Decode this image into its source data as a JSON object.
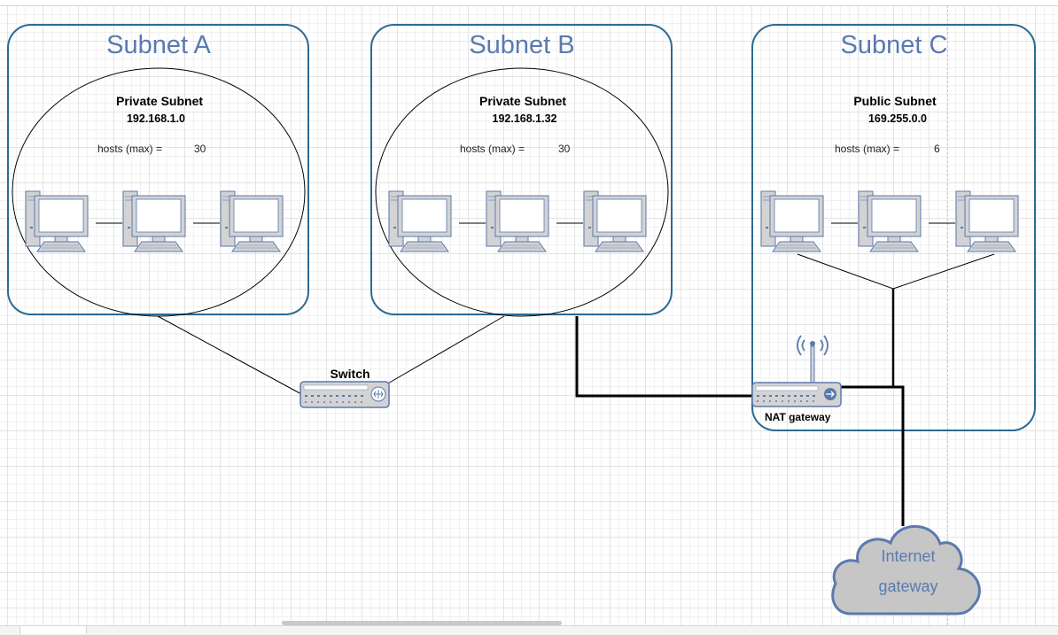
{
  "colors": {
    "subnet_border": "#2c6a92",
    "subnet_title": "#5a7ab0",
    "device_fill": "#d3d3d3",
    "device_stroke": "#5b79ad",
    "cloud_fill": "#c6c6c6",
    "cloud_stroke": "#5b79ad",
    "link": "#000000"
  },
  "subnets": [
    {
      "title": "Subnet A",
      "kind": "Private Subnet",
      "address": "192.168.1.0",
      "hosts_label": "hosts (max) =",
      "hosts_value": "30"
    },
    {
      "title": "Subnet B",
      "kind": "Private Subnet",
      "address": "192.168.1.32",
      "hosts_label": "hosts (max) =",
      "hosts_value": "30"
    },
    {
      "title": "Subnet C",
      "kind": "Public Subnet",
      "address": "169.255.0.0",
      "hosts_label": "hosts (max) =",
      "hosts_value": "6"
    }
  ],
  "devices": {
    "switch": {
      "label": "Switch",
      "icon": "switch-icon"
    },
    "nat": {
      "label": "NAT gateway",
      "icon": "wireless-router-icon"
    },
    "internet": {
      "line1": "Internet",
      "line2": "gateway",
      "icon": "cloud-icon"
    },
    "host_icon": "desktop-computer-icon"
  }
}
